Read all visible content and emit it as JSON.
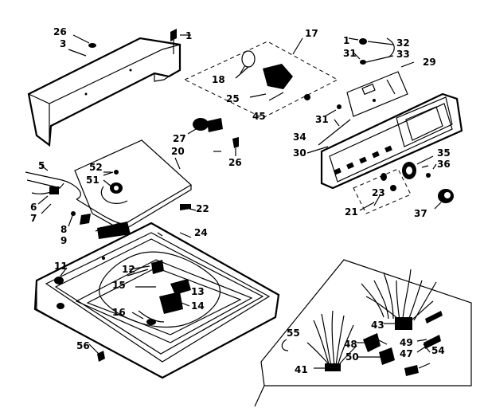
{
  "labels": {
    "l1a": "1",
    "l3": "3",
    "l26a": "26",
    "l17": "17",
    "l1b": "1",
    "l32a": "32",
    "l31a": "31",
    "l33": "33",
    "l29": "29",
    "l18": "18",
    "l25": "25",
    "l45": "45",
    "l31b": "31",
    "l27": "27",
    "l20": "20",
    "l26b": "26",
    "l34": "34",
    "l30": "30",
    "l35": "35",
    "l36": "36",
    "l5": "5",
    "l52": "52",
    "l51": "51",
    "l6": "6",
    "l7": "7",
    "l23": "23",
    "l21": "21",
    "l37": "37",
    "l22": "22",
    "l8": "8",
    "l9": "9",
    "l24": "24",
    "l11": "11",
    "l12": "12",
    "l15": "15",
    "l13": "13",
    "l14": "14",
    "l16": "16",
    "l56": "56",
    "l55": "55",
    "l43": "43",
    "l49": "49",
    "l47": "47",
    "l54": "54",
    "l48": "48",
    "l50": "50",
    "l41": "41"
  }
}
